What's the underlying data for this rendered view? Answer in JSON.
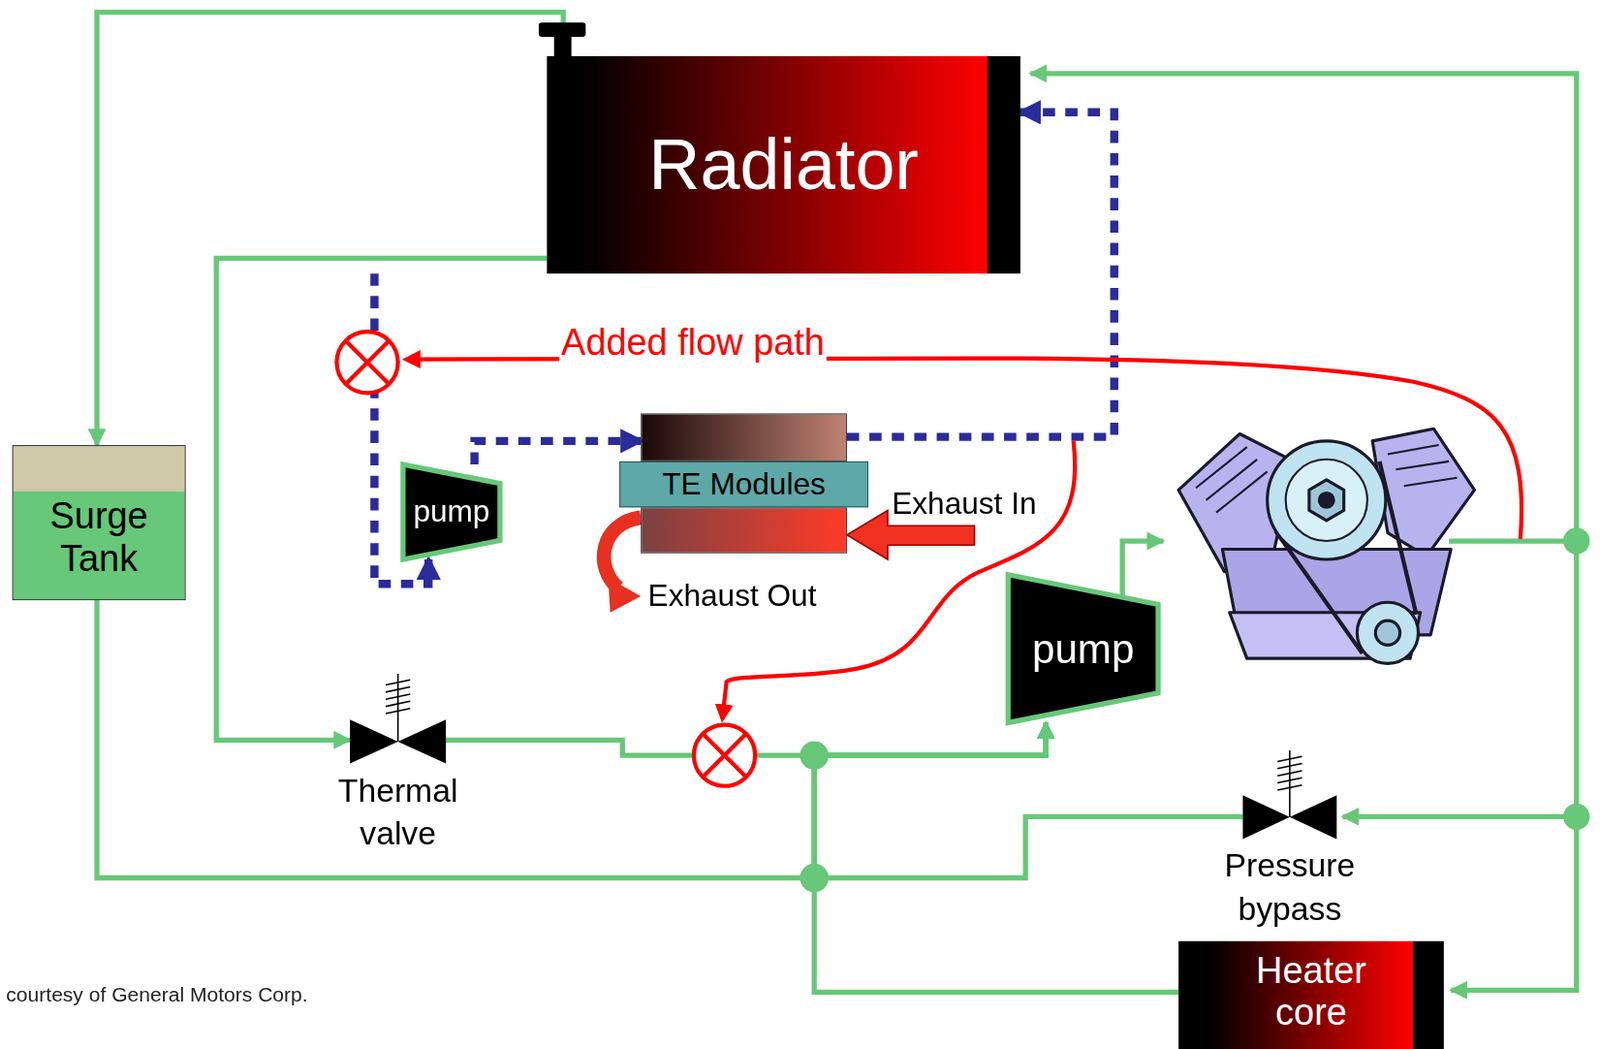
{
  "diagram": {
    "nodes": [
      {
        "text": [
          "Radiator"
        ]
      },
      {
        "text": [
          "TE Modules"
        ]
      },
      {
        "text": [
          "Surge Tank"
        ]
      },
      {
        "text": [
          "pump"
        ]
      },
      {
        "text": [
          "pump"
        ]
      },
      {
        "text": [
          "Thermal valve"
        ]
      },
      {
        "text": [
          "Pressure bypass"
        ]
      },
      {
        "text": [
          "Heater core"
        ]
      }
    ],
    "edges": [
      {
        "from": 0,
        "to": 2,
        "arrow": "to"
      },
      {
        "from": 0,
        "to": 5,
        "arrow": "to"
      },
      {
        "from": 5,
        "to": 4,
        "arrow": "to"
      },
      {
        "from": 2,
        "to": 4,
        "arrow": "to"
      },
      {
        "from": 7,
        "to": 4,
        "arrow": "to"
      },
      {
        "from": 6,
        "to": 4,
        "arrow": "to"
      },
      {
        "from": 3,
        "to": 1,
        "arrow": "to"
      },
      {
        "from": 1,
        "to": 0,
        "arrow": "to"
      },
      {
        "from": 0,
        "to": 3,
        "arrow": "to"
      }
    ],
    "labels": [
      "Added flow path",
      "Exhaust In",
      "Exhaust Out",
      "courtesy of General Motors Corp."
    ]
  }
}
